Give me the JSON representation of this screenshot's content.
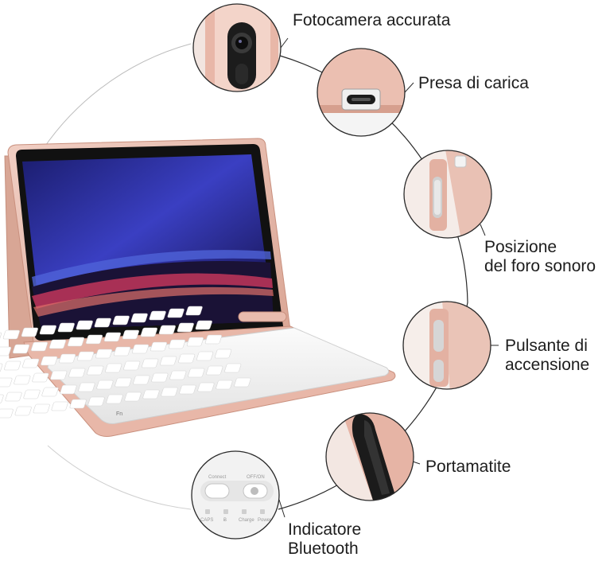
{
  "features": [
    {
      "label": "Fotocamera accurata"
    },
    {
      "label": "Presa di carica"
    },
    {
      "label_line1": "Posizione",
      "label_line2": "del foro sonoro"
    },
    {
      "label_line1": "Pulsante di",
      "label_line2": "accensione"
    },
    {
      "label": "Portamatite"
    },
    {
      "label_line1": "Indicatore",
      "label_line2": "Bluetooth"
    }
  ],
  "keyboard_indicator": {
    "connect": "Connect",
    "off_on": "OFF/ON",
    "caps": "CAPS",
    "bluetooth_symbol": "Ƀ",
    "charge": "Charge",
    "power": "Power"
  },
  "keyboard_keys": {
    "fn": "Fn"
  },
  "colors": {
    "case_pink": "#e8b7a8",
    "case_dark": "#c9907e",
    "keyboard": "#f4f4f4",
    "line": "#2a2a2a"
  }
}
